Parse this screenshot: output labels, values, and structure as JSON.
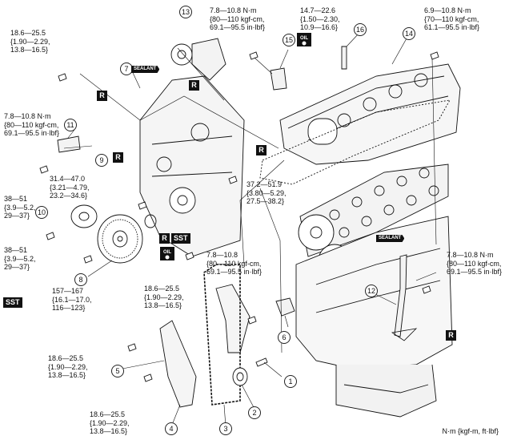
{
  "torque_specs": {
    "t1": "18.6—25.5\n{1.90—2.29,\n13.8—16.5}",
    "t2": "7.8—10.8 N·m\n{80—110 kgf-cm,\n69.1—95.5 in·lbf}",
    "t3": "14.7—22.6\n{1.50—2.30,\n10.9—16.6}",
    "t4": "6.9—10.8 N·m\n{70—110 kgf-cm,\n61.1—95.5 in·lbf}",
    "t5": "7.8—10.8 N·m\n{80—110 kgf-cm,\n69.1—95.5 in·lbf}",
    "t6": "31.4—47.0\n{3.21—4.79,\n23.2—34.6}",
    "t7": "38—51\n{3.9—5.2,\n29—37}",
    "t8": "37.2—51.9\n{3.80—5.29,\n27.5—38.2}",
    "t9": "38—51\n{3.9—5.2,\n29—37}",
    "t10": "7.8—10.8\n{80—110 kgf-cm,\n69.1—95.5 in·lbf}",
    "t11": "7.8—10.8 N·m\n{80—110 kgf-cm,\n69.1—95.5 in·lbf}",
    "t12": "18.6—25.5\n{1.90—2.29,\n13.8—16.5}",
    "t13": "157—167\n{16.1—17.0,\n116—123}",
    "t14": "18.6—25.5\n{1.90—2.29,\n13.8—16.5}",
    "t15": "18.6—25.5\n{1.90—2.29,\n13.8—16.5}"
  },
  "refs": {
    "r1": "1",
    "r2": "2",
    "r3": "3",
    "r4": "4",
    "r5": "5",
    "r6": "6",
    "r7": "7",
    "r8": "8",
    "r9": "9",
    "r10": "10",
    "r11": "11",
    "r12": "12",
    "r13": "13",
    "r14": "14",
    "r15": "15",
    "r16": "16"
  },
  "tags": {
    "replace": "R",
    "sst": "SST",
    "sealant": "SEALANT",
    "oil": "OIL"
  },
  "units_note": "N·m {kgf-m, ft·lbf}"
}
